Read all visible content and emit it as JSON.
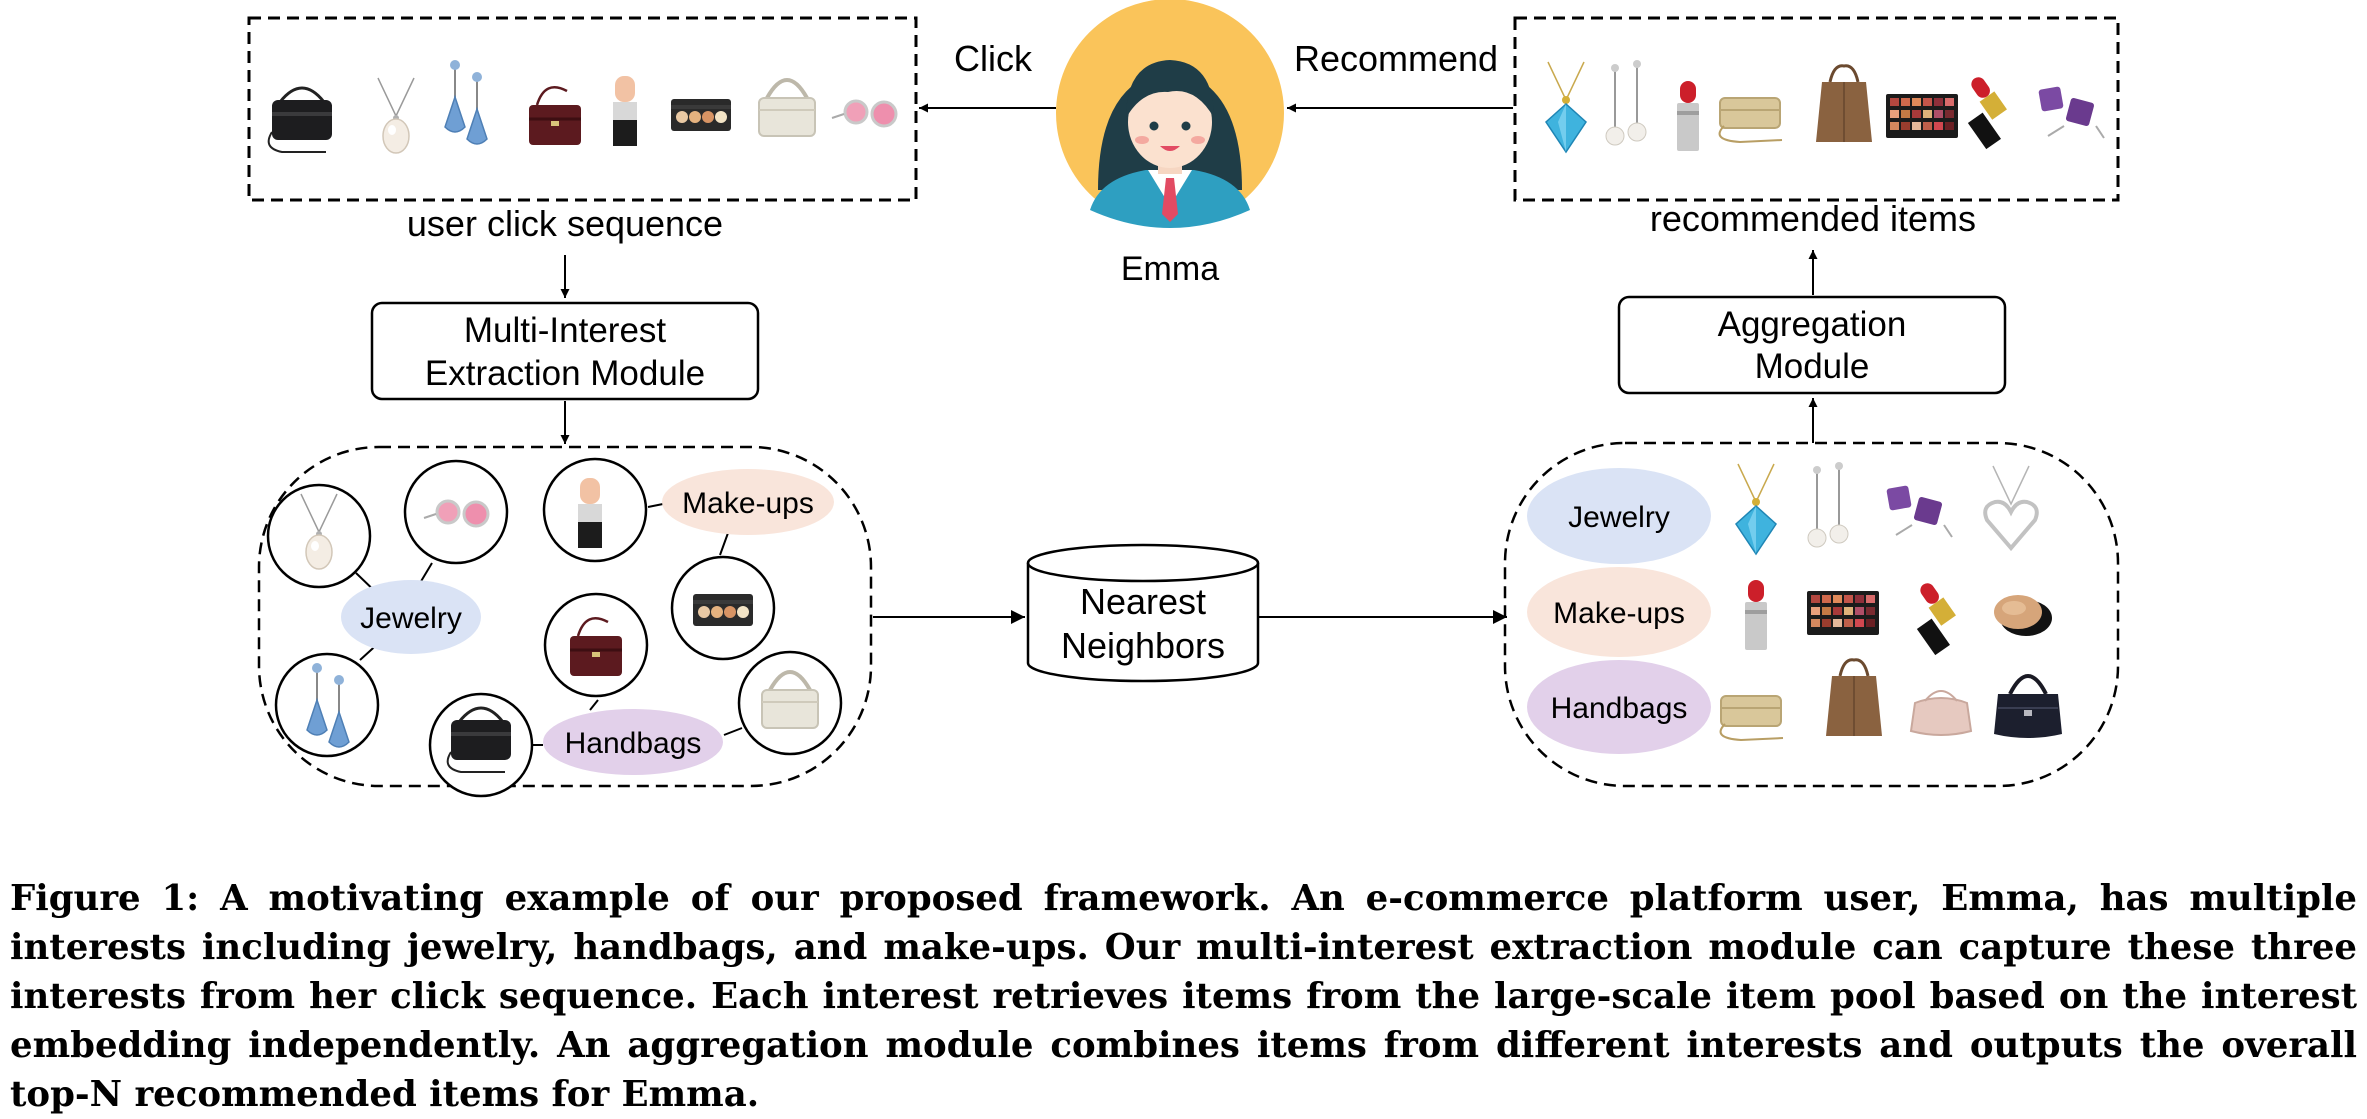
{
  "figure": {
    "click_label": "Click",
    "recommend_label": "Recommend",
    "user_name": "Emma",
    "click_sequence_label": "user click sequence",
    "recommended_items_label": "recommended items",
    "extraction_module": {
      "line1": "Multi-Interest",
      "line2": "Extraction Module"
    },
    "aggregation_module": {
      "line1": "Aggregation",
      "line2": "Module"
    },
    "nearest_neighbors": {
      "line1": "Nearest",
      "line2": "Neighbors"
    },
    "interests": [
      "Jewelry",
      "Make-ups",
      "Handbags"
    ],
    "colors": {
      "jewelry": "#dae3f5",
      "makeups": "#f9e5db",
      "handbags": "#e2d0ea",
      "avatar_bg": "#fac45a"
    }
  },
  "caption": {
    "text": "Figure 1: A motivating example of our proposed framework. An e-commerce platform user, Emma, has multiple interests including jewelry, handbags, and make-ups. Our multi-interest extraction module can capture these three interests from her click sequence. Each interest retrieves items from the large-scale item pool based on the interest embedding independently. An aggregation module combines items from different interests and outputs the overall top-N recommended items for Emma."
  }
}
